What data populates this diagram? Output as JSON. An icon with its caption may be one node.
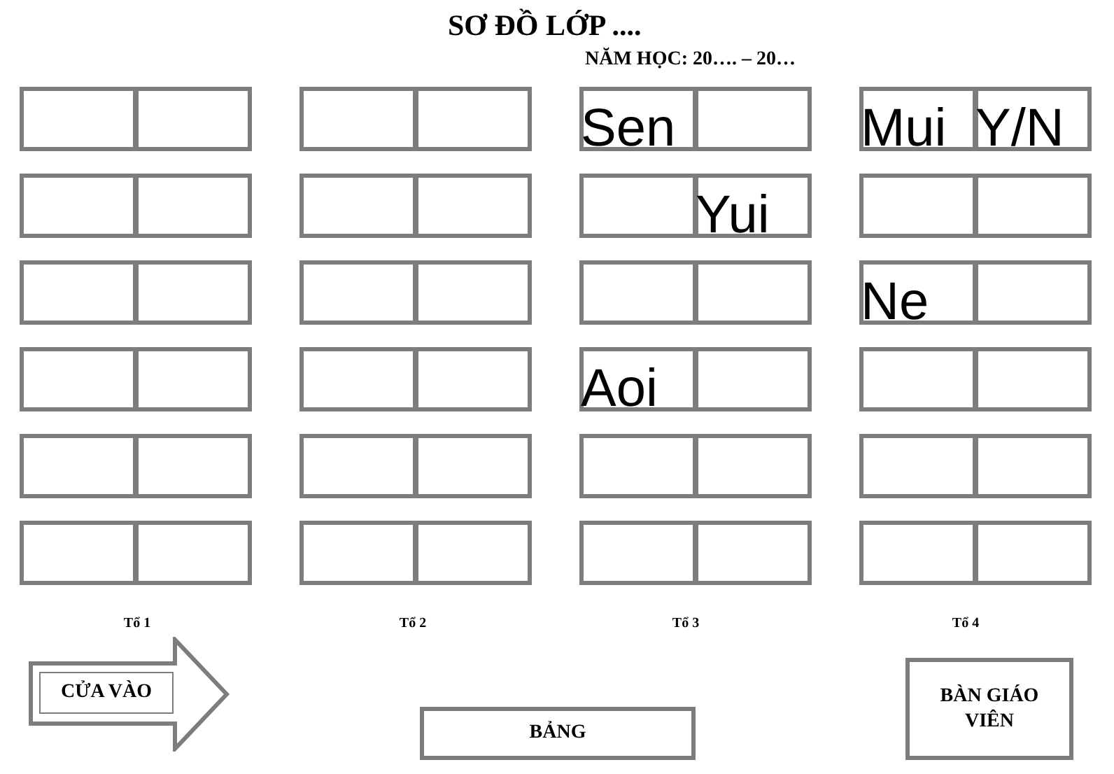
{
  "diagram": {
    "title": "SƠ ĐỒ LỚP ....",
    "nodes": [
      {
        "text": [],
        "shape": "box"
      },
      {
        "text": [],
        "shape": "box"
      },
      {
        "text": [],
        "shape": "box"
      },
      {
        "text": [],
        "shape": "box"
      },
      {
        "text": [
          "Sen"
        ]
      },
      {
        "text": [],
        "shape": "box"
      },
      {
        "text": [
          "Mui"
        ]
      },
      {
        "text": [
          "Y/N"
        ]
      },
      {
        "text": [],
        "shape": "box"
      },
      {
        "text": [],
        "shape": "box"
      },
      {
        "text": [],
        "shape": "box"
      },
      {
        "text": [],
        "shape": "box"
      },
      {
        "text": [],
        "shape": "box"
      },
      {
        "text": [
          "Yui"
        ]
      },
      {
        "text": [],
        "shape": "box"
      },
      {
        "text": [],
        "shape": "box"
      },
      {
        "text": [],
        "shape": "box"
      },
      {
        "text": [],
        "shape": "box"
      },
      {
        "text": [],
        "shape": "box"
      },
      {
        "text": [],
        "shape": "box"
      },
      {
        "text": [],
        "shape": "box"
      },
      {
        "text": [],
        "shape": "box"
      },
      {
        "text": [
          "Ne"
        ]
      },
      {
        "text": [],
        "shape": "box"
      },
      {
        "text": [],
        "shape": "box"
      },
      {
        "text": [],
        "shape": "box"
      },
      {
        "text": [],
        "shape": "box"
      },
      {
        "text": [],
        "shape": "box"
      },
      {
        "text": [
          "Aoi"
        ]
      },
      {
        "text": [],
        "shape": "box"
      },
      {
        "text": [],
        "shape": "box"
      },
      {
        "text": [],
        "shape": "box"
      },
      {
        "text": [],
        "shape": "box"
      },
      {
        "text": [],
        "shape": "box"
      },
      {
        "text": [],
        "shape": "box"
      },
      {
        "text": [],
        "shape": "box"
      },
      {
        "text": [],
        "shape": "box"
      },
      {
        "text": [],
        "shape": "box"
      },
      {
        "text": [],
        "shape": "box"
      },
      {
        "text": [],
        "shape": "box"
      },
      {
        "text": [],
        "shape": "box"
      },
      {
        "text": [],
        "shape": "box"
      },
      {
        "text": [],
        "shape": "box"
      },
      {
        "text": [],
        "shape": "box"
      },
      {
        "text": [],
        "shape": "box"
      },
      {
        "text": [],
        "shape": "box"
      },
      {
        "text": [],
        "shape": "box"
      },
      {
        "text": [],
        "shape": "box"
      },
      {
        "text": [
          "CỬA VÀO"
        ]
      },
      {
        "text": [
          "BẢNG"
        ]
      },
      {
        "text": [
          "BÀN GIÁO VIÊN"
        ]
      }
    ],
    "labels": [
      "NĂM HỌC: 20…. – 20…",
      "Tổ 1",
      "Tổ 2",
      "Tổ 3",
      "Tổ 4"
    ]
  }
}
